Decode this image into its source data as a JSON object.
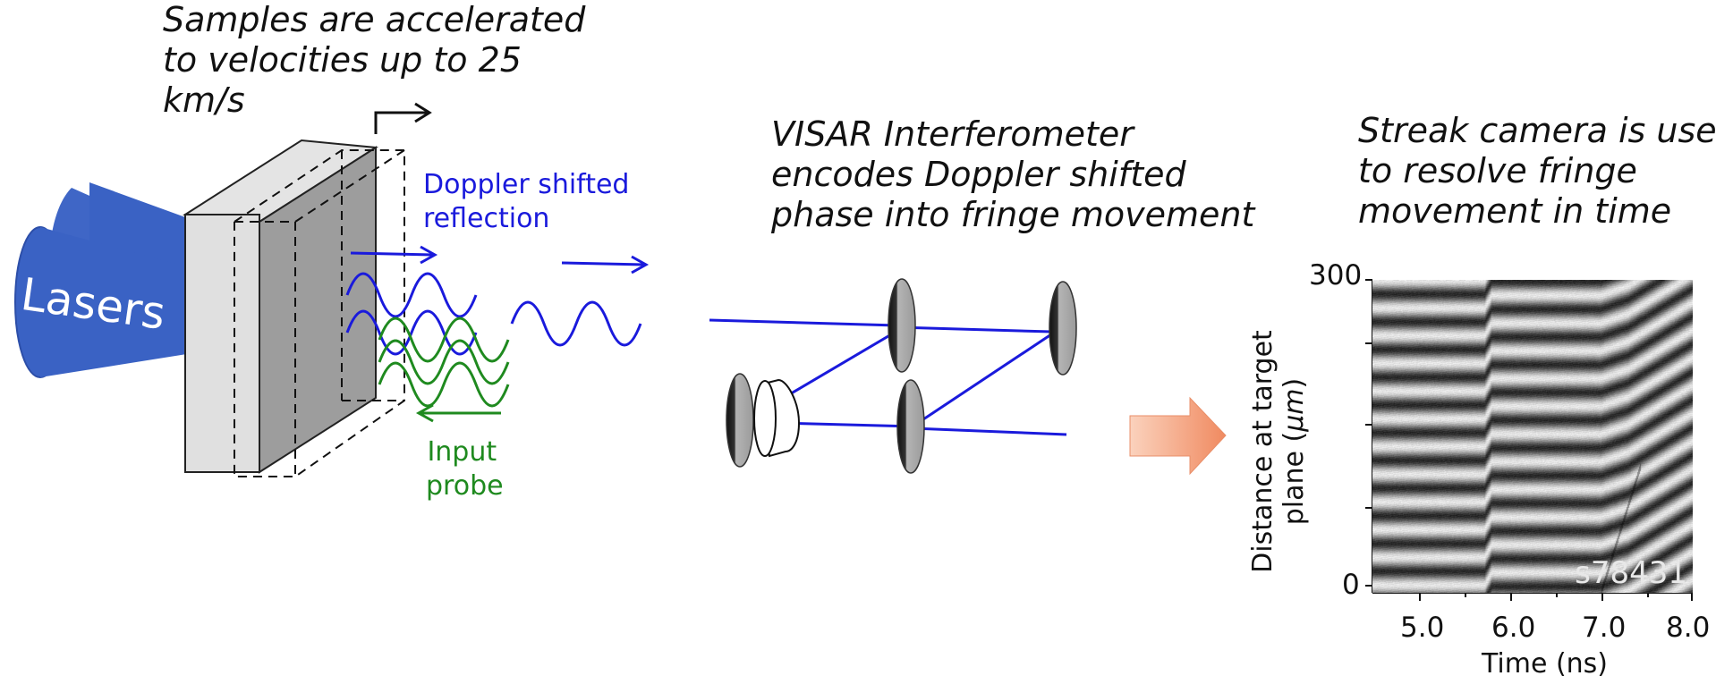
{
  "captions": {
    "samples": [
      "Samples are accelerated",
      "to velocities up to 25",
      "km/s"
    ],
    "visar": [
      "VISAR Interferometer",
      "encodes Doppler shifted",
      "phase into fringe movement"
    ],
    "streak": [
      "Streak camera is used",
      "to resolve fringe",
      "movement in time"
    ]
  },
  "labels": {
    "lasers": "Lasers",
    "doppler": [
      "Doppler shifted",
      "reflection"
    ],
    "probe": [
      "Input",
      "probe"
    ]
  },
  "colors": {
    "reflection": "#1a1adc",
    "probe": "#1f8a1f",
    "laser": "#3a62c4",
    "arrow": "#f08a60"
  },
  "streak_plot": {
    "y_ticks": [
      "300",
      "0"
    ],
    "x_ticks": [
      "5.0",
      "6.0",
      "7.0",
      "8.0"
    ],
    "xlabel": "Time (ns)",
    "ylabel_line1": "Distance at target",
    "ylabel_line2": "plane (",
    "ylabel_unit": "μm",
    "ylabel_close": ")",
    "shot_id": "s78431"
  }
}
